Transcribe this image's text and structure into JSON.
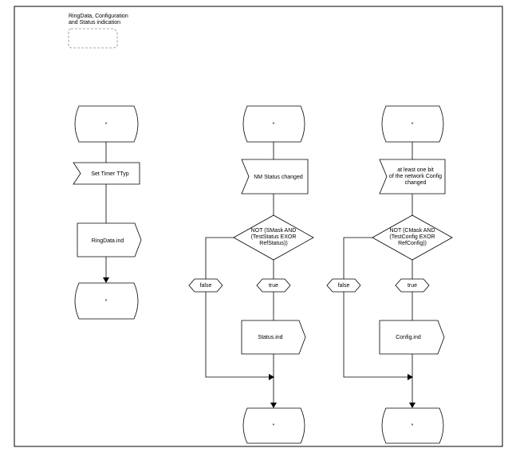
{
  "header": {
    "title_line1": "RingData, Configuration",
    "title_line2": "and Status indication"
  },
  "diagram": {
    "left": {
      "start_state": "*",
      "input_signal": "Set Timer TTyp",
      "output_signal": "RingData.ind",
      "end_state": "*"
    },
    "middle": {
      "start_state": "*",
      "input_signal": "NM Status changed",
      "decision": [
        "NOT (SMask AND",
        "(TestStatus EXOR",
        "RefStatus))"
      ],
      "false_label": "false",
      "true_label": "true",
      "output_signal": "Status.ind",
      "end_state": "*"
    },
    "right": {
      "start_state": "*",
      "input_signal": [
        "at least one bit",
        "of the network Config",
        "changed"
      ],
      "decision": [
        "NOT (CMask AND",
        "(TestConfig EXOR",
        "RefConfig))"
      ],
      "false_label": "false",
      "true_label": "true",
      "output_signal": "Config.ind",
      "end_state": "*"
    }
  }
}
